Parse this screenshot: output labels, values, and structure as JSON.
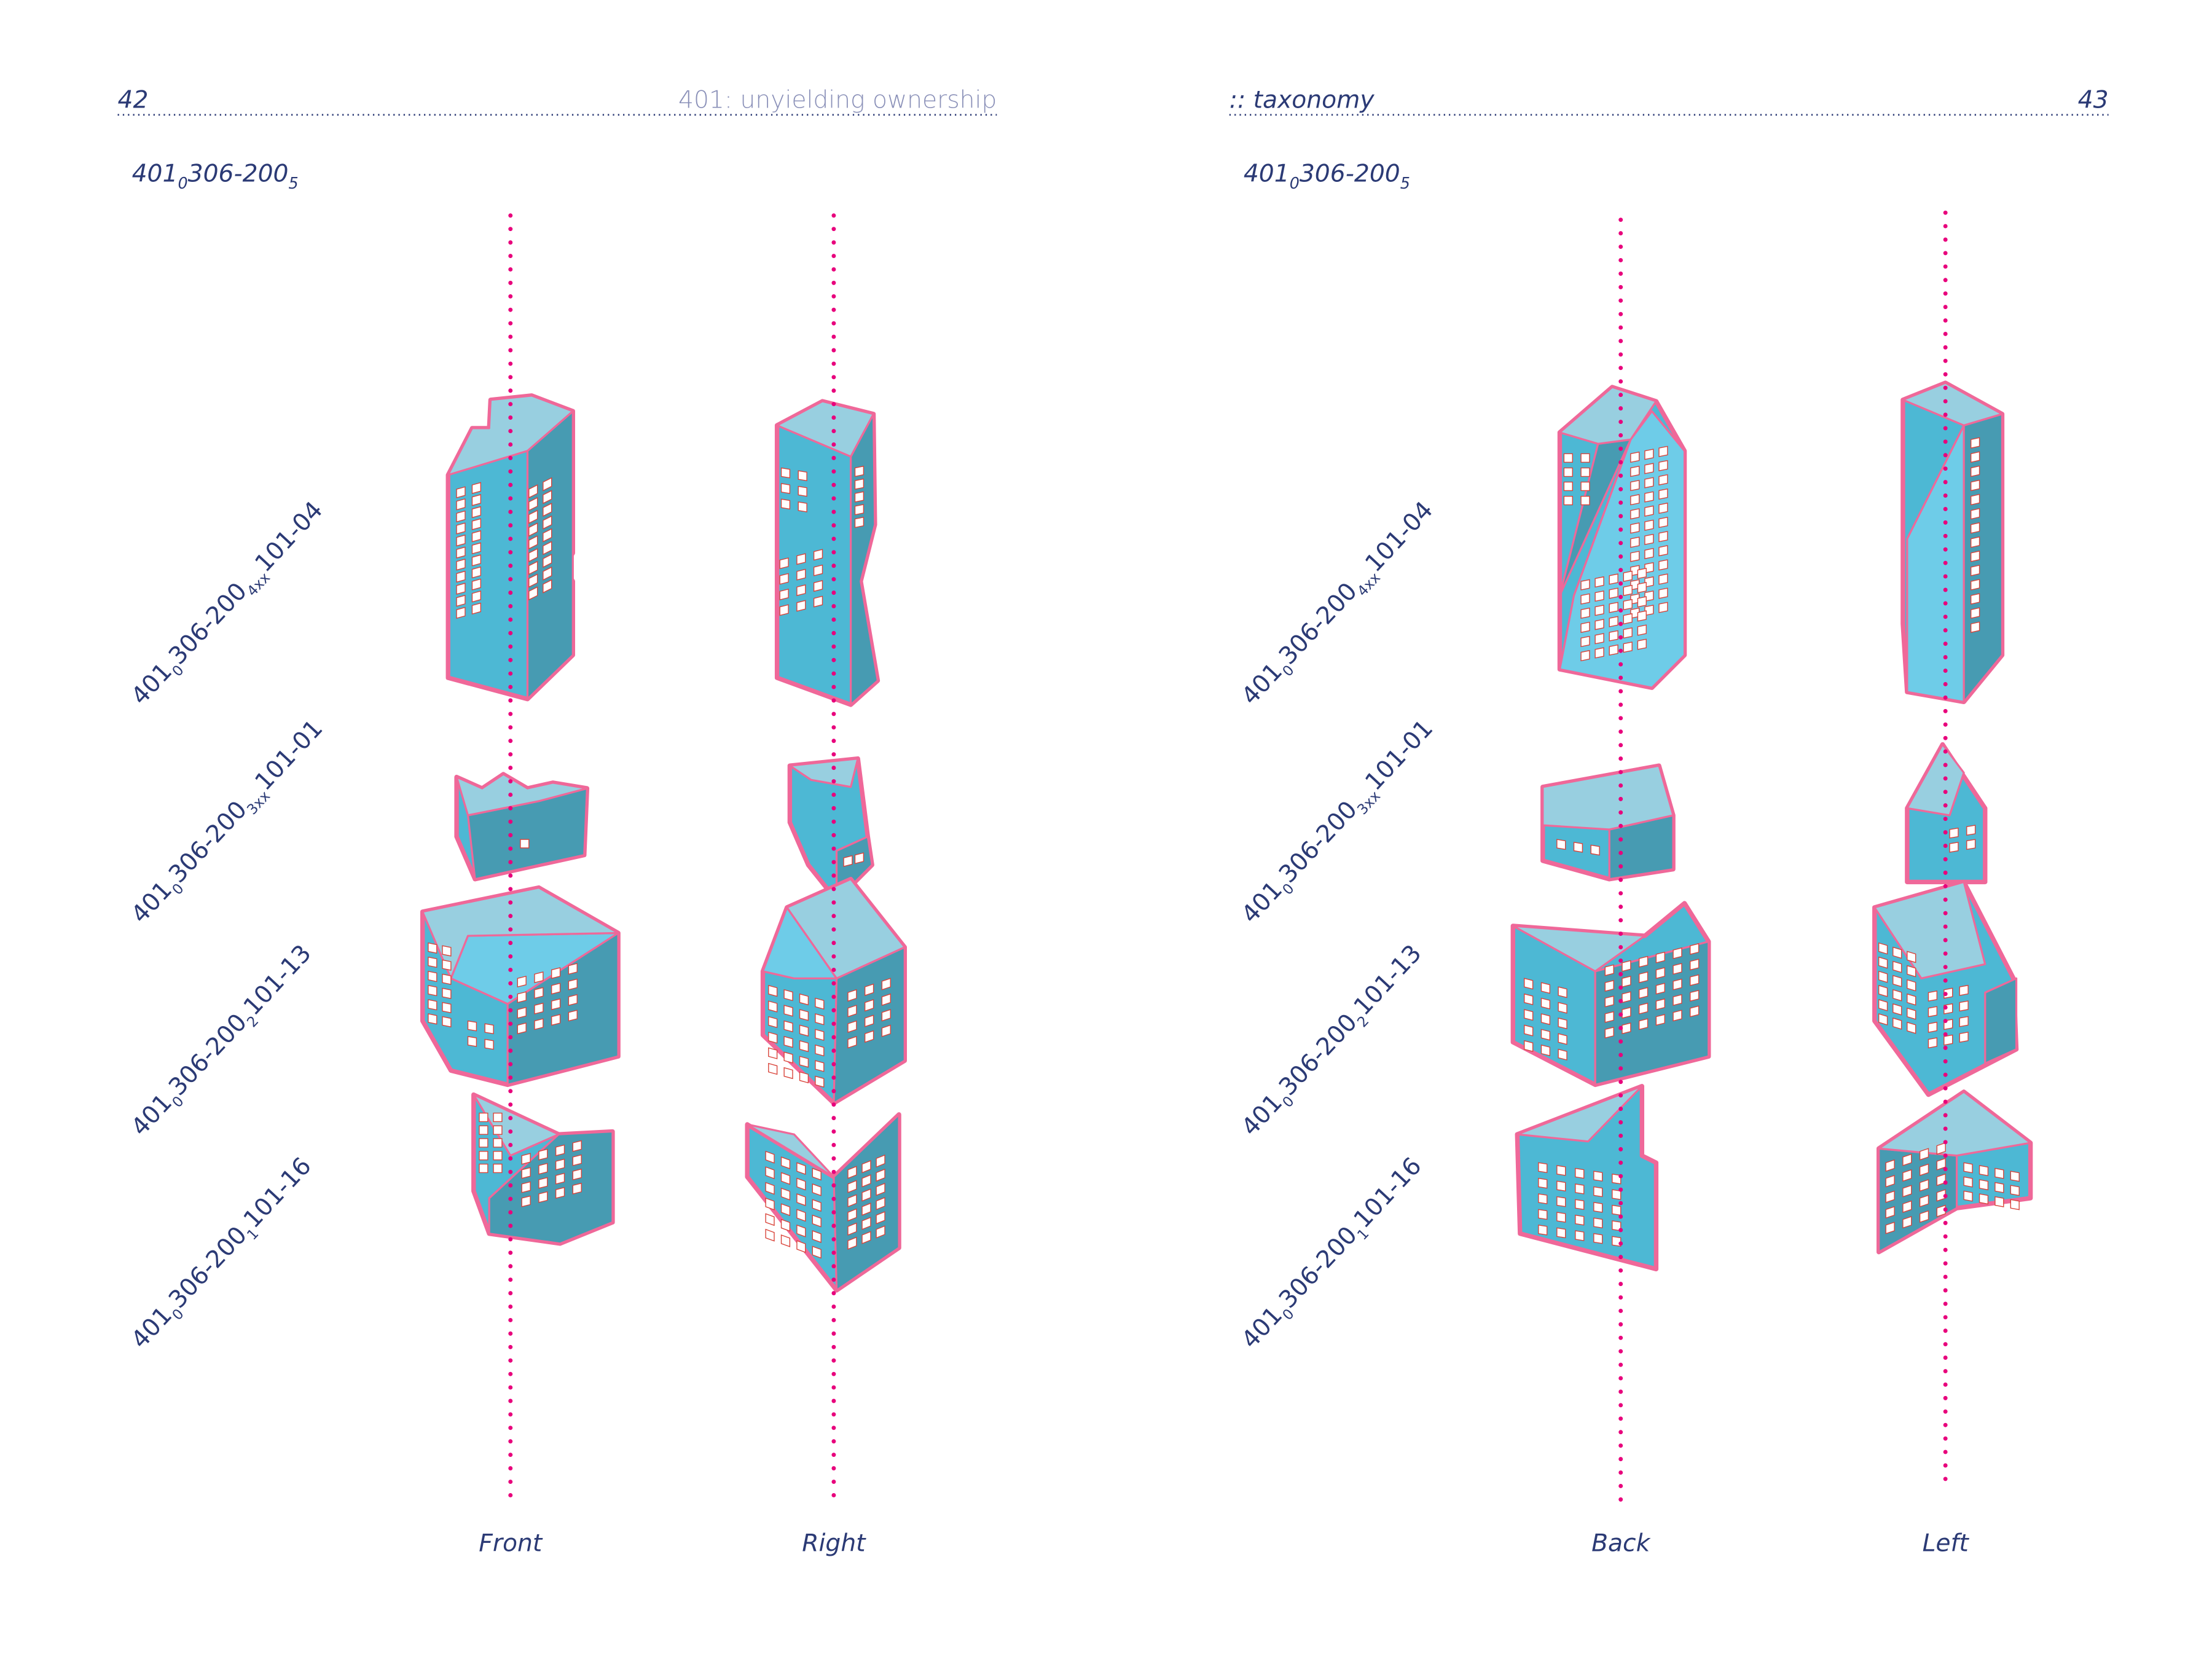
{
  "colors": {
    "text": "#2b3a75",
    "outline": "#ef6899",
    "axis_dots": "#e8007c",
    "roof": "#98cfe0",
    "face_light": "#6ecce8",
    "face_mid": "#4db8d4",
    "face_dark": "#479bb2",
    "window": "#ffffff",
    "window_frame": "#d9443a"
  },
  "left_page": {
    "page_number": "42",
    "running_head": "401: unyielding ownership",
    "section": {
      "base": "401",
      "sub0": "0",
      "mid": "306-200",
      "sub": "5"
    },
    "views": [
      "Front",
      "Right"
    ]
  },
  "right_page": {
    "page_number": "43",
    "running_head": ":: taxonomy",
    "section": {
      "base": "401",
      "sub0": "0",
      "mid": "306-200",
      "sub": "5"
    },
    "views": [
      "Back",
      "Left"
    ]
  },
  "rows": [
    {
      "base": "401",
      "sub0": "0",
      "mid": "306-200",
      "sub": "4xx",
      "tail": "101-04"
    },
    {
      "base": "401",
      "sub0": "0",
      "mid": "306-200",
      "sub": "3xx",
      "tail": "101-01"
    },
    {
      "base": "401",
      "sub0": "0",
      "mid": "306-200",
      "sub": "2",
      "tail": "101-13"
    },
    {
      "base": "401",
      "sub0": "0",
      "mid": "306-200",
      "sub": "1",
      "tail": "101-16"
    }
  ]
}
